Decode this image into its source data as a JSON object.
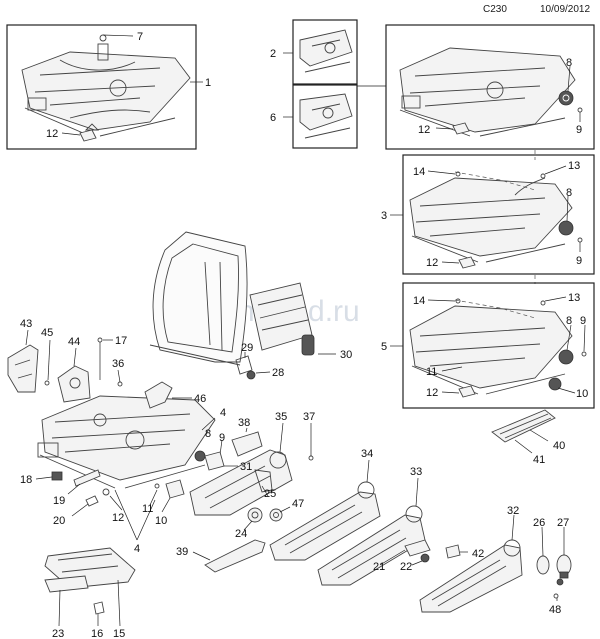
{
  "header": {
    "code": "C230",
    "date": "10/09/2012"
  },
  "watermark": "omsklad.ru",
  "callouts": [
    {
      "id": "c7",
      "label": "7"
    },
    {
      "id": "c1",
      "label": "1"
    },
    {
      "id": "c12a",
      "label": "12"
    },
    {
      "id": "c2",
      "label": "2"
    },
    {
      "id": "c6",
      "label": "6"
    },
    {
      "id": "c8a",
      "label": "8"
    },
    {
      "id": "c9a",
      "label": "9"
    },
    {
      "id": "c12b",
      "label": "12"
    },
    {
      "id": "c14a",
      "label": "14"
    },
    {
      "id": "c13a",
      "label": "13"
    },
    {
      "id": "c8b",
      "label": "8"
    },
    {
      "id": "c3",
      "label": "3"
    },
    {
      "id": "c12c",
      "label": "12"
    },
    {
      "id": "c9b",
      "label": "9"
    },
    {
      "id": "c14b",
      "label": "14"
    },
    {
      "id": "c13b",
      "label": "13"
    },
    {
      "id": "c8c",
      "label": "8"
    },
    {
      "id": "c9c",
      "label": "9"
    },
    {
      "id": "c5",
      "label": "5"
    },
    {
      "id": "c11a",
      "label": "11"
    },
    {
      "id": "c12d",
      "label": "12"
    },
    {
      "id": "c10a",
      "label": "10"
    },
    {
      "id": "c40",
      "label": "40"
    },
    {
      "id": "c41",
      "label": "41"
    },
    {
      "id": "c43",
      "label": "43"
    },
    {
      "id": "c45",
      "label": "45"
    },
    {
      "id": "c44",
      "label": "44"
    },
    {
      "id": "c17",
      "label": "17"
    },
    {
      "id": "c36",
      "label": "36"
    },
    {
      "id": "c29",
      "label": "29"
    },
    {
      "id": "c30",
      "label": "30"
    },
    {
      "id": "c28",
      "label": "28"
    },
    {
      "id": "c46",
      "label": "46"
    },
    {
      "id": "c4a",
      "label": "4"
    },
    {
      "id": "c8d",
      "label": "8"
    },
    {
      "id": "c9d",
      "label": "9"
    },
    {
      "id": "c35",
      "label": "35"
    },
    {
      "id": "c37",
      "label": "37"
    },
    {
      "id": "c38",
      "label": "38"
    },
    {
      "id": "c31",
      "label": "31"
    },
    {
      "id": "c34",
      "label": "34"
    },
    {
      "id": "c33",
      "label": "33"
    },
    {
      "id": "c18",
      "label": "18"
    },
    {
      "id": "c19",
      "label": "19"
    },
    {
      "id": "c20",
      "label": "20"
    },
    {
      "id": "c12e",
      "label": "12"
    },
    {
      "id": "c11b",
      "label": "11"
    },
    {
      "id": "c10b",
      "label": "10"
    },
    {
      "id": "c4b",
      "label": "4"
    },
    {
      "id": "c25",
      "label": "25"
    },
    {
      "id": "c47",
      "label": "47"
    },
    {
      "id": "c24",
      "label": "24"
    },
    {
      "id": "c32",
      "label": "32"
    },
    {
      "id": "c26",
      "label": "26"
    },
    {
      "id": "c27",
      "label": "27"
    },
    {
      "id": "c39",
      "label": "39"
    },
    {
      "id": "c21",
      "label": "21"
    },
    {
      "id": "c22",
      "label": "22"
    },
    {
      "id": "c42",
      "label": "42"
    },
    {
      "id": "c48",
      "label": "48"
    },
    {
      "id": "c23",
      "label": "23"
    },
    {
      "id": "c16",
      "label": "16"
    },
    {
      "id": "c15",
      "label": "15"
    }
  ]
}
